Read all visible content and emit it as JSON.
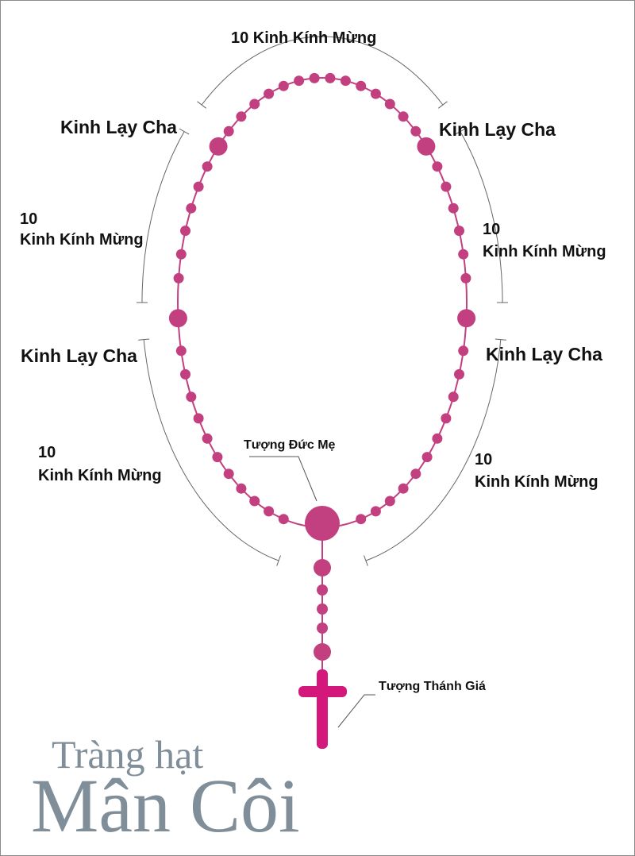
{
  "labels": {
    "top_hail_marys": "10 Kinh Kính Mừng",
    "our_father_top_left": "Kinh Lạy Cha",
    "our_father_top_right": "Kinh Lạy Cha",
    "left_ten": "10",
    "left_hail_marys": "Kinh Kính Mừng",
    "right_ten": "10",
    "right_hail_marys": "Kinh Kính Mừng",
    "our_father_mid_left": "Kinh Lạy Cha",
    "our_father_mid_right": "Kinh Lạy Cha",
    "lower_left_ten": "10",
    "lower_left_hail_marys": "Kinh Kính Mừng",
    "lower_right_ten": "10",
    "lower_right_hail_marys": "Kinh Kính Mừng",
    "our_lady_medal": "Tượng Đức Mẹ",
    "crucifix": "Tượng Thánh Giá"
  },
  "title": {
    "line1": "Tràng hạt",
    "line2": "Mân Côi"
  },
  "colors": {
    "bead": "#c2407f",
    "cross": "#d4177a",
    "bracket": "#666666",
    "title": "#7f8e98"
  }
}
